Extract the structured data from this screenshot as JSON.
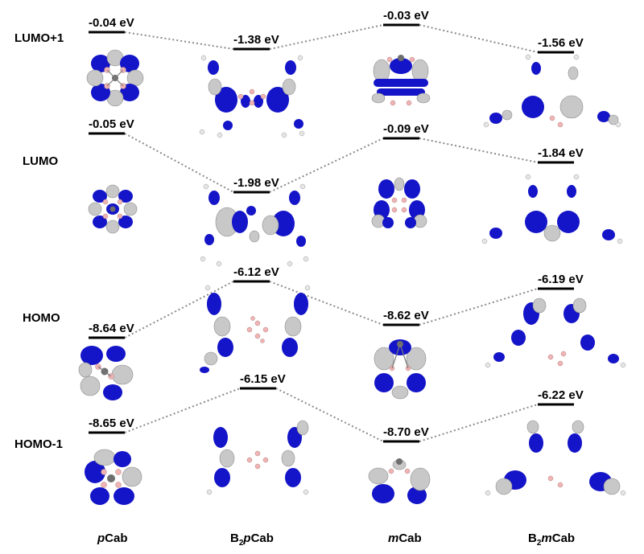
{
  "row_labels": {
    "lumo1": "LUMO+1",
    "lumo": "LUMO",
    "homo": "HOMO",
    "homo1": "HOMO-1"
  },
  "columns": {
    "pcab": {
      "italic": "p",
      "rest": "Cab"
    },
    "b2pcab": {
      "prefix": "B",
      "sub": "2",
      "italic": "p",
      "rest": "Cab"
    },
    "mcab": {
      "italic": "m",
      "rest": "Cab"
    },
    "b2mcab": {
      "prefix": "B",
      "sub": "2",
      "italic": "m",
      "rest": "Cab"
    }
  },
  "energies": {
    "pcab": {
      "lumo1": "-0.04 eV",
      "lumo": "-0.05 eV",
      "homo": "-8.64 eV",
      "homo1": "-8.65 eV"
    },
    "b2pcab": {
      "lumo1": "-1.38 eV",
      "lumo": "-1.98 eV",
      "homo": "-6.12 eV",
      "homo1": "-6.15 eV"
    },
    "mcab": {
      "lumo1": "-0.03 eV",
      "lumo": "-0.09 eV",
      "homo": "-8.62 eV",
      "homo1": "-8.70 eV"
    },
    "b2mcab": {
      "lumo1": "-1.56 eV",
      "lumo": "-1.84 eV",
      "homo": "-6.19 eV",
      "homo1": "-6.22 eV"
    }
  },
  "colors": {
    "orbital_positive": "#1414c8",
    "orbital_negative": "#c8c8c8",
    "connector": "#8a8a8a"
  }
}
